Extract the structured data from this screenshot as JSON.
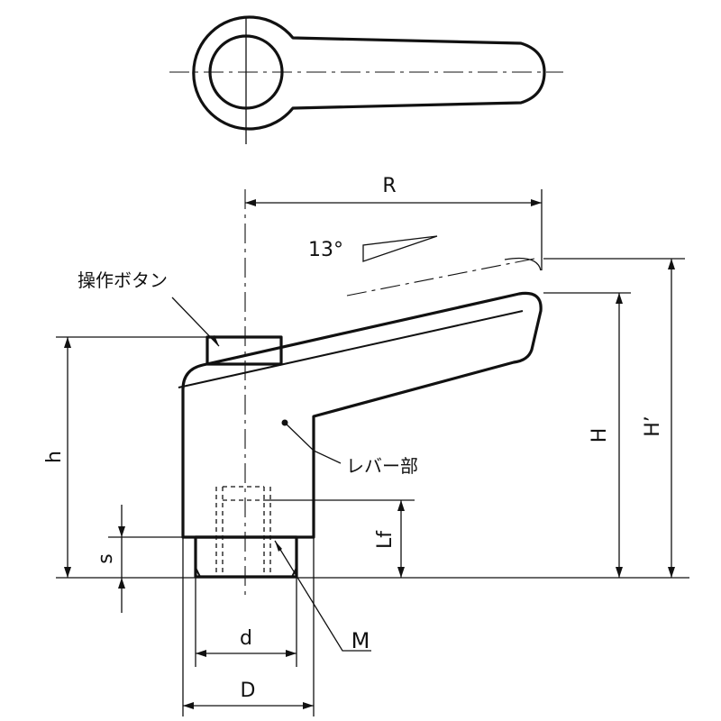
{
  "labels": {
    "button_part": "操作ボタン",
    "lever_part": "レバー部",
    "R": "R",
    "angle": "13°",
    "H": "H",
    "H_prime": "H’",
    "h": "h",
    "s": "s",
    "Lf": "Lf",
    "d": "d",
    "D": "D",
    "M": "M"
  }
}
